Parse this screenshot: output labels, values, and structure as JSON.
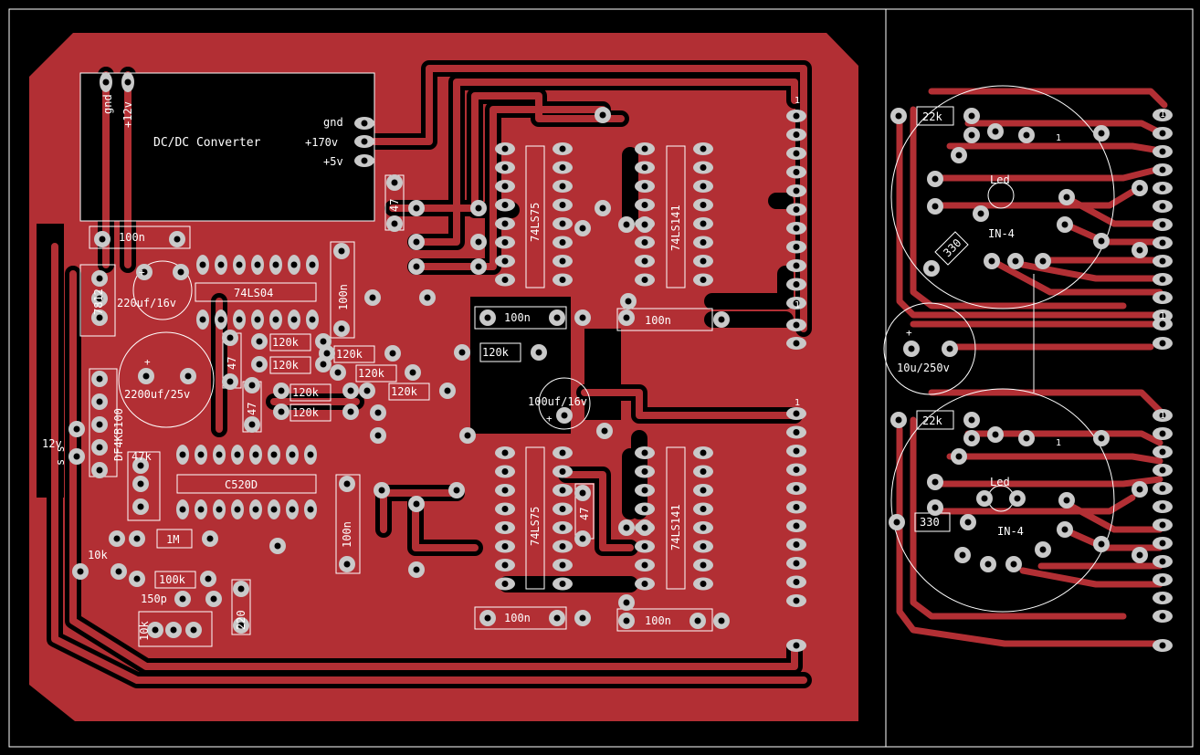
{
  "colors": {
    "background": "#000000",
    "copper": "#b22f34",
    "silkscreen": "#ffffff",
    "pad": "#c9c9c9",
    "pad_hole": "#000000"
  },
  "board": {
    "labels": {
      "gnd_vert": "gnd",
      "plus12_vert": "+12v",
      "dcdc": "DC/DC Converter",
      "gnd": "gnd",
      "plus170": "+170v",
      "plus5": "+5v",
      "r47_top": "47",
      "c100n_a": "100n",
      "ic_74ls04": "74LS04",
      "c100n_b": "100n",
      "reg_7812": "7812",
      "cap_220uf": "220uf/16v",
      "cap_2200uf": "2200uf/25v",
      "bridge": "DF4KB100",
      "sw": "s s",
      "v12": "12v",
      "r47_a": "47",
      "r47_b": "47",
      "r120k_1": "120k",
      "r120k_2": "120k",
      "r120k_3": "120k",
      "r120k_4": "120k",
      "r120k_5": "120k",
      "r120k_6": "120k",
      "r120k_7": "120k",
      "r120k_8": "120k",
      "r47k": "47k",
      "ic_c520d": "C520D",
      "r1m": "1M",
      "r10k": "10k",
      "r100k": "100k",
      "c150p": "150p",
      "r10k_trim": "10k",
      "r220": "220",
      "c100n_c": "100n",
      "c100n_d": "100n",
      "c100n_e": "100n",
      "c100n_f": "100n",
      "c100n_g": "100n",
      "ic_74ls75_top": "74LS75",
      "ic_74ls141_top": "74LS141",
      "ic_74ls75_bot": "74LS75",
      "ic_74ls141_bot": "74LS141",
      "cap_100uf": "100uf/16v",
      "r47_mid": "47",
      "pin1_a": "1",
      "pin1_b": "1",
      "pin1_c": "1",
      "pin1_d": "1",
      "pin1_e": "1",
      "pin1_f": "1",
      "pin1_g": "1",
      "pin1_h": "1",
      "r22k_a": "22k",
      "r22k_b": "22k",
      "r330_a": "330",
      "r330_b": "330",
      "led_a": "Led",
      "led_b": "Led",
      "tube_a": "IN-4",
      "tube_b": "IN-4",
      "cap_10uf": "10u/250v",
      "plus_a": "+",
      "plus_b": "+",
      "plus_c": "+",
      "plus_d": "+"
    }
  }
}
